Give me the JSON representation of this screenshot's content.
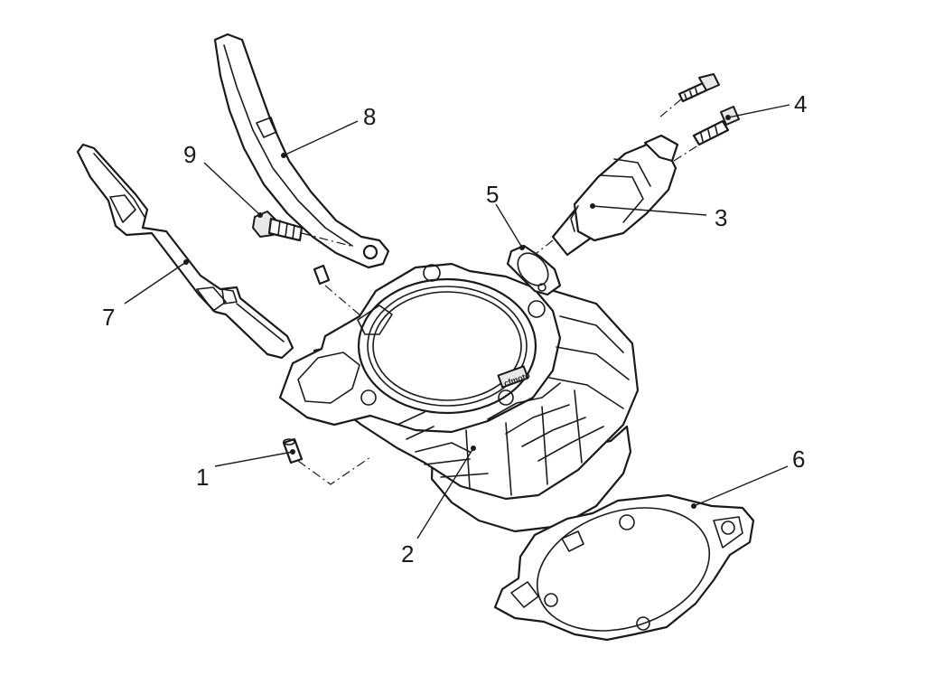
{
  "callouts": {
    "c1": "1",
    "c2": "2",
    "c3": "3",
    "c4": "4",
    "c5": "5",
    "c6": "6",
    "c7": "7",
    "c8": "8",
    "c9": "9"
  },
  "cylinder_mark": "cfmoto",
  "colors": {
    "line": "#1a1a1a",
    "background": "#ffffff"
  }
}
